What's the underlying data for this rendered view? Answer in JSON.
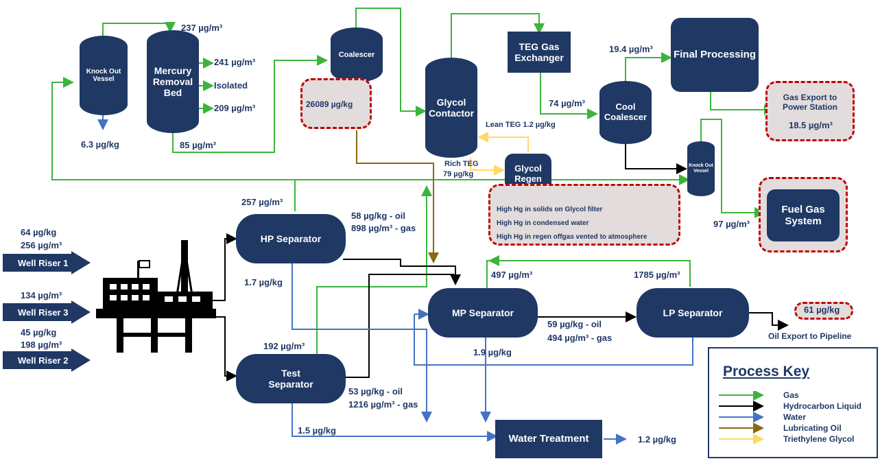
{
  "nodes": {
    "knock_out_vessel_1": "Knock Out Vessel",
    "mercury_removal_bed": "Mercury Removal Bed",
    "coalescer": "Coalescer",
    "glycol_contactor": "Glycol Contactor",
    "teg_gas_exchanger": "TEG Gas Exchanger",
    "glycol_regen": "Glycol Regen",
    "cool_coalescer": "Cool Coalescer",
    "final_processing": "Final Processing",
    "knock_out_vessel_2": "Knock Out Vessel",
    "gas_export": "Gas Export to Power Station",
    "fuel_gas_system": "Fuel Gas System",
    "hp_separator": "HP Separator",
    "mp_separator": "MP Separator",
    "lp_separator": "LP Separator",
    "test_separator": "Test Separator",
    "water_treatment": "Water Treatment"
  },
  "wells": [
    {
      "name": "Well Riser 1",
      "values": [
        "64 µg/kg",
        "256 µg/m³"
      ]
    },
    {
      "name": "Well Riser 3",
      "values": [
        "134 µg/m³"
      ]
    },
    {
      "name": "Well Riser 2",
      "values": [
        "45 µg/kg",
        "198 µg/m³"
      ]
    }
  ],
  "measurements": {
    "mrb_in": "237 µg/m³",
    "mrb_out1": "241 µg/m³",
    "mrb_isolated": "Isolated",
    "mrb_out3": "209 µg/m³",
    "kov_bottom": "6.3 µg/kg",
    "mrb_bottom": "85 µg/m³",
    "coalescer_liquid": "26089 µg/kg",
    "teg_out": "74 µg/m³",
    "cool_top": "19.4 µg/m³",
    "lean_teg": "Lean TEG 1.2 µg/kg",
    "rich_teg_label": "Rich TEG",
    "rich_teg_value": "79 µg/kg",
    "gas_export_value": "18.5 µg/m³",
    "fuel_gas_in": "97 µg/m³",
    "hp_gas": "257 µg/m³",
    "hp_oil": "58 µg/kg - oil",
    "hp_gas_out": "898 µg/m³ - gas",
    "hp_water": "1.7 µg/kg",
    "mp_gas": "497 µg/m³",
    "lp_gas": "1785 µg/m³",
    "mp_oil": "59 µg/kg - oil",
    "mp_gas_out": "494 µg/m³ - gas",
    "mp_water": "1.9 µg/kg",
    "oil_export_value": "61 µg/kg",
    "oil_export_label": "Oil Export to Pipeline",
    "test_gas": "192 µg/m³",
    "test_oil": "53 µg/kg - oil",
    "test_gas_out": "1216 µg/m³ - gas",
    "test_water": "1.5 µg/kg",
    "water_out": "1.2 µg/kg"
  },
  "regen_notes": [
    "High Hg in solids on Glycol filter",
    "High Hg in condensed water",
    "High Hg in regen offgas vented to atmosphere"
  ],
  "key": {
    "title": "Process Key",
    "items": [
      {
        "label": "Gas",
        "color": "#3cb43c"
      },
      {
        "label": "Hydrocarbon Liquid",
        "color": "#000000"
      },
      {
        "label": "Water",
        "color": "#4472c4"
      },
      {
        "label": "Lubricating Oil",
        "color": "#8b6914"
      },
      {
        "label": "Triethylene Glycol",
        "color": "#ffd966"
      }
    ]
  },
  "colors": {
    "vessel": "#1f3864",
    "gas": "#3cb43c",
    "liquid": "#000000",
    "water": "#4472c4",
    "lube": "#8b6914",
    "glycol": "#ffd966",
    "hotspot_border": "#c00000",
    "hotspot_fill": "#e3dcdc"
  }
}
